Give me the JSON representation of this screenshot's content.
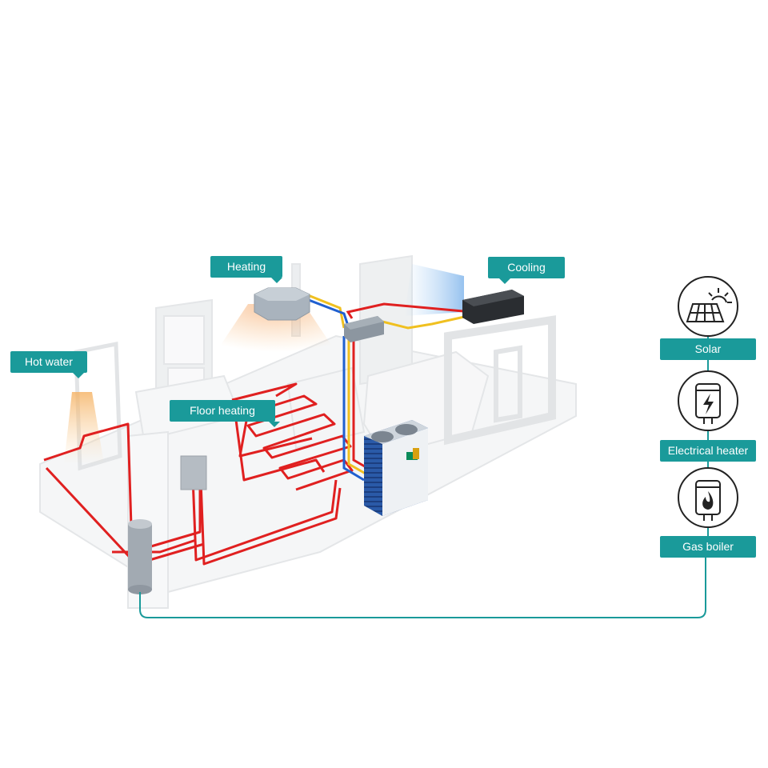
{
  "labels": {
    "heating": "Heating",
    "cooling": "Cooling",
    "hot_water": "Hot water",
    "floor_heating": "Floor heating"
  },
  "sources": [
    {
      "label": "Solar",
      "icon": "solar-panel-sun-icon"
    },
    {
      "label": "Electrical heater",
      "icon": "electric-heater-icon"
    },
    {
      "label": "Gas boiler",
      "icon": "gas-boiler-flame-icon"
    }
  ],
  "colors": {
    "accent": "#1a9a9a",
    "heat_pipe": "#e02020",
    "cold_pipe": "#2060d0",
    "gas_pipe": "#f0c020"
  }
}
